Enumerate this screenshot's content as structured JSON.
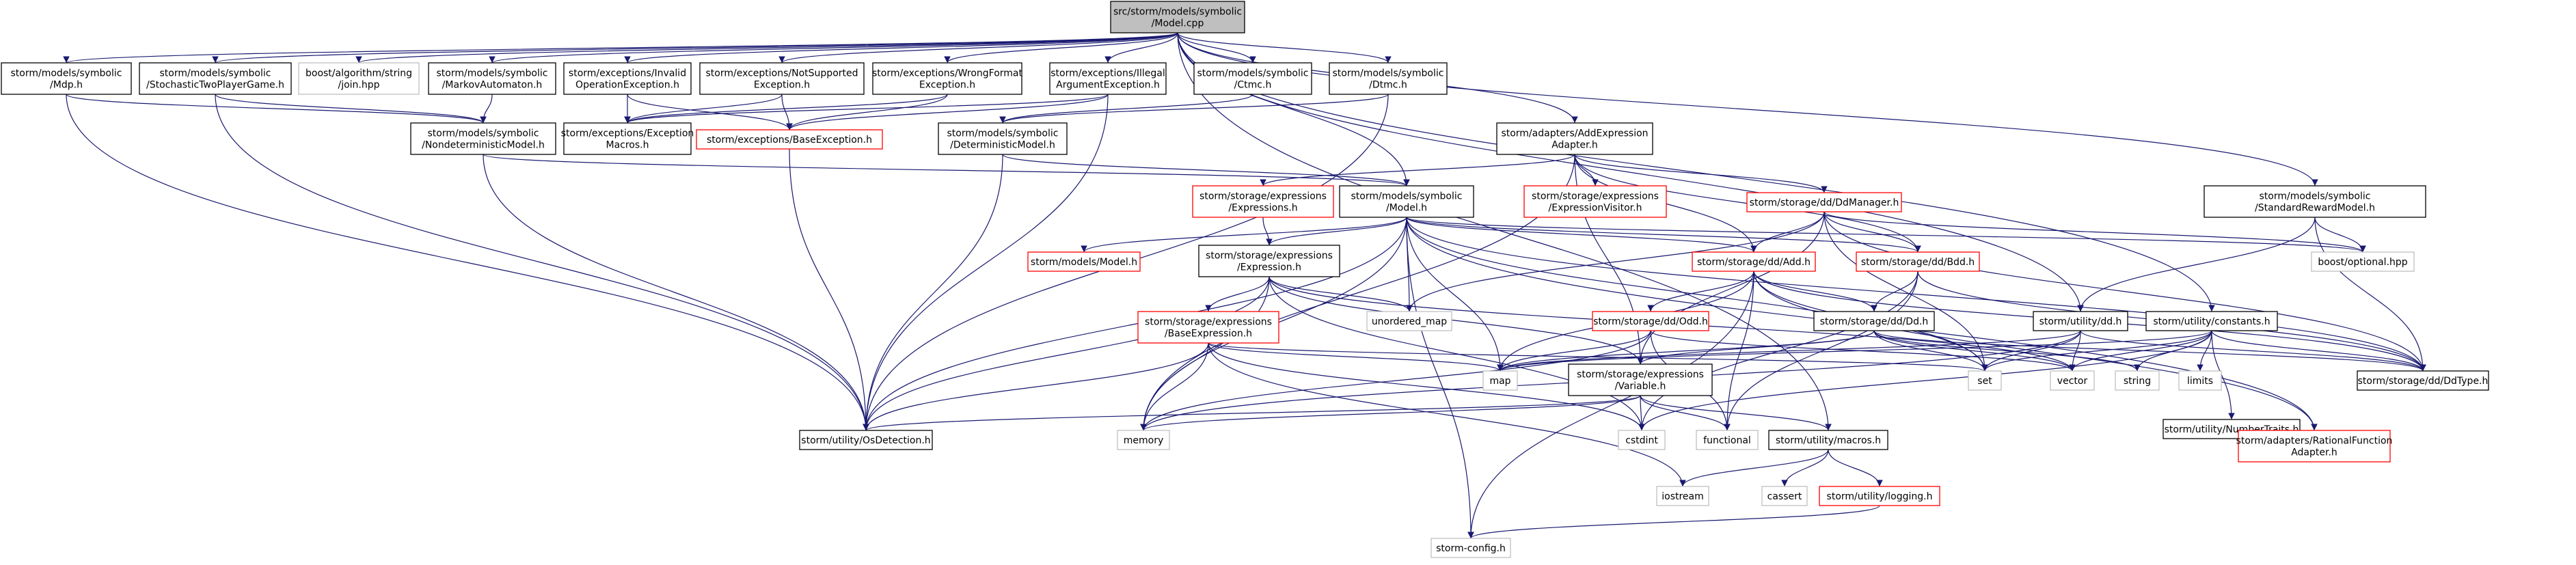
{
  "colors": {
    "edge": "#191970",
    "root_fill": "#bfbfbf",
    "normal_fill": "#ffffff",
    "normal_border": "#000000",
    "incomplete_border": "#ff0000",
    "external_border": "#bfbfbf"
  },
  "nodes": [
    {
      "id": "model_cpp",
      "lines": [
        "src/storm/models/symbolic",
        "/Model.cpp"
      ],
      "kind": "root"
    },
    {
      "id": "mdp_h",
      "lines": [
        "storm/models/symbolic",
        "/Mdp.h"
      ],
      "kind": "normal"
    },
    {
      "id": "stg_h",
      "lines": [
        "storm/models/symbolic",
        "/StochasticTwoPlayerGame.h"
      ],
      "kind": "normal"
    },
    {
      "id": "boost_join",
      "lines": [
        "boost/algorithm/string",
        "/join.hpp"
      ],
      "kind": "external"
    },
    {
      "id": "markov_h",
      "lines": [
        "storm/models/symbolic",
        "/MarkovAutomaton.h"
      ],
      "kind": "normal"
    },
    {
      "id": "invalid_op_h",
      "lines": [
        "storm/exceptions/Invalid",
        "OperationException.h"
      ],
      "kind": "normal"
    },
    {
      "id": "not_supported_h",
      "lines": [
        "storm/exceptions/NotSupported",
        "Exception.h"
      ],
      "kind": "normal"
    },
    {
      "id": "wrong_format_h",
      "lines": [
        "storm/exceptions/WrongFormat",
        "Exception.h"
      ],
      "kind": "normal"
    },
    {
      "id": "illegal_arg_h",
      "lines": [
        "storm/exceptions/Illegal",
        "ArgumentException.h"
      ],
      "kind": "normal"
    },
    {
      "id": "ctmc_h",
      "lines": [
        "storm/models/symbolic",
        "/Ctmc.h"
      ],
      "kind": "normal"
    },
    {
      "id": "dtmc_h",
      "lines": [
        "storm/models/symbolic",
        "/Dtmc.h"
      ],
      "kind": "normal"
    },
    {
      "id": "nondet_h",
      "lines": [
        "storm/models/symbolic",
        "/NondeterministicModel.h"
      ],
      "kind": "normal"
    },
    {
      "id": "exc_macros_h",
      "lines": [
        "storm/exceptions/Exception",
        "Macros.h"
      ],
      "kind": "normal"
    },
    {
      "id": "base_exc_h",
      "lines": [
        "storm/exceptions/BaseException.h"
      ],
      "kind": "incomplete"
    },
    {
      "id": "det_h",
      "lines": [
        "storm/models/symbolic",
        "/DeterministicModel.h"
      ],
      "kind": "normal"
    },
    {
      "id": "addexpr_h",
      "lines": [
        "storm/adapters/AddExpression",
        "Adapter.h"
      ],
      "kind": "normal"
    },
    {
      "id": "stdreward_h",
      "lines": [
        "storm/models/symbolic",
        "/StandardRewardModel.h"
      ],
      "kind": "normal"
    },
    {
      "id": "expressions_h",
      "lines": [
        "storm/storage/expressions",
        "/Expressions.h"
      ],
      "kind": "incomplete"
    },
    {
      "id": "model_h",
      "lines": [
        "storm/models/symbolic",
        "/Model.h"
      ],
      "kind": "normal"
    },
    {
      "id": "exprvisitor_h",
      "lines": [
        "storm/storage/expressions",
        "/ExpressionVisitor.h"
      ],
      "kind": "incomplete"
    },
    {
      "id": "ddmanager_h",
      "lines": [
        "storm/storage/dd/DdManager.h"
      ],
      "kind": "incomplete"
    },
    {
      "id": "boost_optional",
      "lines": [
        "boost/optional.hpp"
      ],
      "kind": "external"
    },
    {
      "id": "models_model_h",
      "lines": [
        "storm/models/Model.h"
      ],
      "kind": "incomplete"
    },
    {
      "id": "expression_h",
      "lines": [
        "storm/storage/expressions",
        "/Expression.h"
      ],
      "kind": "normal"
    },
    {
      "id": "add_h",
      "lines": [
        "storm/storage/dd/Add.h"
      ],
      "kind": "incomplete"
    },
    {
      "id": "bdd_h",
      "lines": [
        "storm/storage/dd/Bdd.h"
      ],
      "kind": "incomplete"
    },
    {
      "id": "unordered_map",
      "lines": [
        "unordered_map"
      ],
      "kind": "external"
    },
    {
      "id": "odd_h",
      "lines": [
        "storm/storage/dd/Odd.h"
      ],
      "kind": "incomplete"
    },
    {
      "id": "dd_h",
      "lines": [
        "storm/storage/dd/Dd.h"
      ],
      "kind": "normal"
    },
    {
      "id": "util_dd_h",
      "lines": [
        "storm/utility/dd.h"
      ],
      "kind": "normal"
    },
    {
      "id": "constants_h",
      "lines": [
        "storm/utility/constants.h"
      ],
      "kind": "normal"
    },
    {
      "id": "baseexpr_h",
      "lines": [
        "storm/storage/expressions",
        "/BaseExpression.h"
      ],
      "kind": "incomplete"
    },
    {
      "id": "map",
      "lines": [
        "map"
      ],
      "kind": "external"
    },
    {
      "id": "variable_h",
      "lines": [
        "storm/storage/expressions",
        "/Variable.h"
      ],
      "kind": "normal"
    },
    {
      "id": "set",
      "lines": [
        "set"
      ],
      "kind": "external"
    },
    {
      "id": "vector",
      "lines": [
        "vector"
      ],
      "kind": "external"
    },
    {
      "id": "string",
      "lines": [
        "string"
      ],
      "kind": "external"
    },
    {
      "id": "limits",
      "lines": [
        "limits"
      ],
      "kind": "external"
    },
    {
      "id": "numbertraits_h",
      "lines": [
        "storm/utility/NumberTraits.h"
      ],
      "kind": "normal"
    },
    {
      "id": "ddtype_h",
      "lines": [
        "storm/storage/dd/DdType.h"
      ],
      "kind": "normal"
    },
    {
      "id": "osdetection_h",
      "lines": [
        "storm/utility/OsDetection.h"
      ],
      "kind": "normal"
    },
    {
      "id": "memory",
      "lines": [
        "memory"
      ],
      "kind": "external"
    },
    {
      "id": "cstdint",
      "lines": [
        "cstdint"
      ],
      "kind": "external"
    },
    {
      "id": "functional",
      "lines": [
        "functional"
      ],
      "kind": "external"
    },
    {
      "id": "macros_h",
      "lines": [
        "storm/utility/macros.h"
      ],
      "kind": "normal"
    },
    {
      "id": "rationalfn_h",
      "lines": [
        "storm/adapters/RationalFunction",
        "Adapter.h"
      ],
      "kind": "incomplete"
    },
    {
      "id": "iostream",
      "lines": [
        "iostream"
      ],
      "kind": "external"
    },
    {
      "id": "cassert",
      "lines": [
        "cassert"
      ],
      "kind": "external"
    },
    {
      "id": "logging_h",
      "lines": [
        "storm/utility/logging.h"
      ],
      "kind": "incomplete"
    },
    {
      "id": "storm_config_h",
      "lines": [
        "storm-config.h"
      ],
      "kind": "external"
    }
  ],
  "edges": [
    [
      "model_cpp",
      "mdp_h"
    ],
    [
      "model_cpp",
      "stg_h"
    ],
    [
      "model_cpp",
      "boost_join"
    ],
    [
      "model_cpp",
      "markov_h"
    ],
    [
      "model_cpp",
      "invalid_op_h"
    ],
    [
      "model_cpp",
      "not_supported_h"
    ],
    [
      "model_cpp",
      "wrong_format_h"
    ],
    [
      "model_cpp",
      "illegal_arg_h"
    ],
    [
      "model_cpp",
      "ctmc_h"
    ],
    [
      "model_cpp",
      "dtmc_h"
    ],
    [
      "model_cpp",
      "addexpr_h"
    ],
    [
      "model_cpp",
      "stdreward_h"
    ],
    [
      "model_cpp",
      "model_h"
    ],
    [
      "model_cpp",
      "util_dd_h"
    ],
    [
      "model_cpp",
      "constants_h"
    ],
    [
      "model_cpp",
      "macros_h"
    ],
    [
      "mdp_h",
      "nondet_h"
    ],
    [
      "mdp_h",
      "osdetection_h"
    ],
    [
      "stg_h",
      "nondet_h"
    ],
    [
      "stg_h",
      "osdetection_h"
    ],
    [
      "markov_h",
      "nondet_h"
    ],
    [
      "invalid_op_h",
      "exc_macros_h"
    ],
    [
      "invalid_op_h",
      "base_exc_h"
    ],
    [
      "not_supported_h",
      "exc_macros_h"
    ],
    [
      "not_supported_h",
      "base_exc_h"
    ],
    [
      "wrong_format_h",
      "exc_macros_h"
    ],
    [
      "wrong_format_h",
      "base_exc_h"
    ],
    [
      "illegal_arg_h",
      "exc_macros_h"
    ],
    [
      "illegal_arg_h",
      "base_exc_h"
    ],
    [
      "illegal_arg_h",
      "osdetection_h"
    ],
    [
      "ctmc_h",
      "det_h"
    ],
    [
      "dtmc_h",
      "det_h"
    ],
    [
      "dtmc_h",
      "osdetection_h"
    ],
    [
      "nondet_h",
      "model_h"
    ],
    [
      "nondet_h",
      "osdetection_h"
    ],
    [
      "base_exc_h",
      "osdetection_h"
    ],
    [
      "det_h",
      "model_h"
    ],
    [
      "det_h",
      "osdetection_h"
    ],
    [
      "addexpr_h",
      "memory"
    ],
    [
      "addexpr_h",
      "expressions_h"
    ],
    [
      "addexpr_h",
      "exprvisitor_h"
    ],
    [
      "addexpr_h",
      "ddmanager_h"
    ],
    [
      "addexpr_h",
      "add_h"
    ],
    [
      "addexpr_h",
      "bdd_h"
    ],
    [
      "addexpr_h",
      "variable_h"
    ],
    [
      "stdreward_h",
      "boost_optional"
    ],
    [
      "stdreward_h",
      "ddtype_h"
    ],
    [
      "stdreward_h",
      "util_dd_h"
    ],
    [
      "expressions_h",
      "expression_h"
    ],
    [
      "model_h",
      "models_model_h"
    ],
    [
      "model_h",
      "expression_h"
    ],
    [
      "model_h",
      "add_h"
    ],
    [
      "model_h",
      "bdd_h"
    ],
    [
      "model_h",
      "unordered_map"
    ],
    [
      "model_h",
      "map"
    ],
    [
      "model_h",
      "set"
    ],
    [
      "model_h",
      "memory"
    ],
    [
      "model_h",
      "osdetection_h"
    ],
    [
      "model_h",
      "storm_config_h"
    ],
    [
      "model_h",
      "boost_optional"
    ],
    [
      "model_h",
      "ddtype_h"
    ],
    [
      "model_h",
      "rationalfn_h"
    ],
    [
      "ddmanager_h",
      "add_h"
    ],
    [
      "ddmanager_h",
      "bdd_h"
    ],
    [
      "ddmanager_h",
      "set"
    ],
    [
      "ddmanager_h",
      "unordered_map"
    ],
    [
      "ddmanager_h",
      "boost_optional"
    ],
    [
      "ddmanager_h",
      "ddtype_h"
    ],
    [
      "ddmanager_h",
      "variable_h"
    ],
    [
      "expression_h",
      "baseexpr_h"
    ],
    [
      "expression_h",
      "variable_h"
    ],
    [
      "expression_h",
      "unordered_map"
    ],
    [
      "expression_h",
      "vector"
    ],
    [
      "expression_h",
      "memory"
    ],
    [
      "expression_h",
      "osdetection_h"
    ],
    [
      "expression_h",
      "cstdint"
    ],
    [
      "add_h",
      "odd_h"
    ],
    [
      "add_h",
      "dd_h"
    ],
    [
      "add_h",
      "map"
    ],
    [
      "add_h",
      "functional"
    ],
    [
      "add_h",
      "set"
    ],
    [
      "add_h",
      "ddtype_h"
    ],
    [
      "add_h",
      "rationalfn_h"
    ],
    [
      "add_h",
      "storm_config_h"
    ],
    [
      "bdd_h",
      "dd_h"
    ],
    [
      "bdd_h",
      "ddtype_h"
    ],
    [
      "bdd_h",
      "cstdint"
    ],
    [
      "bdd_h",
      "functional"
    ],
    [
      "odd_h",
      "map"
    ],
    [
      "odd_h",
      "memory"
    ],
    [
      "odd_h",
      "functional"
    ],
    [
      "odd_h",
      "vector"
    ],
    [
      "dd_h",
      "set"
    ],
    [
      "dd_h",
      "vector"
    ],
    [
      "dd_h",
      "string"
    ],
    [
      "dd_h",
      "ddtype_h"
    ],
    [
      "dd_h",
      "variable_h"
    ],
    [
      "dd_h",
      "map"
    ],
    [
      "util_dd_h",
      "map"
    ],
    [
      "util_dd_h",
      "set"
    ],
    [
      "util_dd_h",
      "vector"
    ],
    [
      "util_dd_h",
      "ddtype_h"
    ],
    [
      "util_dd_h",
      "memory"
    ],
    [
      "constants_h",
      "limits"
    ],
    [
      "constants_h",
      "cstdint"
    ],
    [
      "constants_h",
      "string"
    ],
    [
      "constants_h",
      "set"
    ],
    [
      "constants_h",
      "vector"
    ],
    [
      "constants_h",
      "map"
    ],
    [
      "constants_h",
      "numbertraits_h"
    ],
    [
      "constants_h",
      "ddtype_h"
    ],
    [
      "baseexpr_h",
      "map"
    ],
    [
      "baseexpr_h",
      "set"
    ],
    [
      "baseexpr_h",
      "iostream"
    ],
    [
      "baseexpr_h",
      "memory"
    ],
    [
      "baseexpr_h",
      "osdetection_h"
    ],
    [
      "baseexpr_h",
      "cstdint"
    ],
    [
      "variable_h",
      "memory"
    ],
    [
      "variable_h",
      "cstdint"
    ],
    [
      "variable_h",
      "functional"
    ],
    [
      "variable_h",
      "osdetection_h"
    ],
    [
      "variable_h",
      "macros_h"
    ],
    [
      "numbertraits_h",
      "rationalfn_h"
    ],
    [
      "macros_h",
      "iostream"
    ],
    [
      "macros_h",
      "cassert"
    ],
    [
      "macros_h",
      "logging_h"
    ],
    [
      "logging_h",
      "storm_config_h"
    ]
  ]
}
